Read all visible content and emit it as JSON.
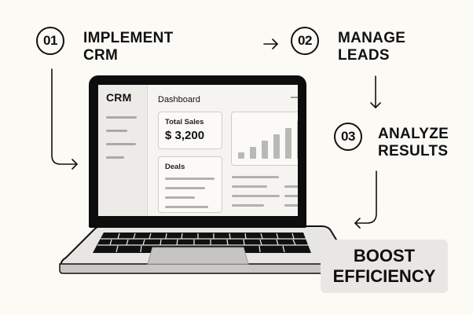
{
  "steps": [
    {
      "number": "01",
      "label_line1": "IMPLEMENT",
      "label_line2": "CRM"
    },
    {
      "number": "02",
      "label_line1": "MANAGE",
      "label_line2": "LEADS"
    },
    {
      "number": "03",
      "label_line1": "ANALYZE",
      "label_line2": "RESULTS"
    }
  ],
  "outcome": {
    "line1": "BOOST",
    "line2": "EFFICIENCY"
  },
  "laptop_screen": {
    "app_name": "CRM",
    "page_title": "Dashboard",
    "total_sales": {
      "title": "Total Sales",
      "value": "$ 3,200"
    },
    "deals": {
      "title": "Deals"
    },
    "mini_chart": {
      "type": "bar",
      "bar_count": 6,
      "relative_heights": [
        0.17,
        0.33,
        0.5,
        0.67,
        0.83,
        1.0
      ]
    }
  },
  "colors": {
    "background": "#fcfaf5",
    "ink": "#111111",
    "screen_bg": "#f6f4f0",
    "sidebar_bg": "#ecebe7",
    "placeholder_gray": "#b1b1b1",
    "outcome_box": "#e9e7e3"
  },
  "icons": [
    "arrow-right-icon",
    "arrow-down-icon",
    "curved-arrow-icon"
  ]
}
